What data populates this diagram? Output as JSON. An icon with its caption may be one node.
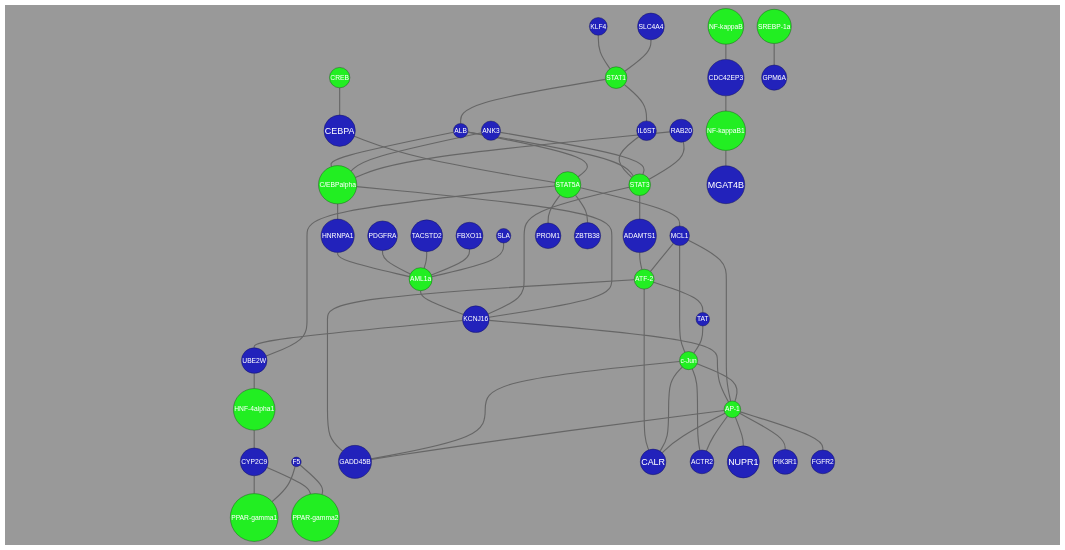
{
  "diagram": {
    "nodes": [
      {
        "text": [
          "RAB20"
        ]
      },
      {
        "text": [
          "ANK3"
        ]
      },
      {
        "text": [
          "PDGFRA"
        ]
      },
      {
        "text": [
          "TACSTD2"
        ]
      },
      {
        "text": [
          "HNRNPA1"
        ]
      },
      {
        "text": [
          "MGAT4B"
        ]
      },
      {
        "text": [
          "SREBP-1a"
        ]
      },
      {
        "text": [
          "KLF4"
        ]
      },
      {
        "text": [
          "CREB"
        ]
      },
      {
        "text": [
          "IL6ST"
        ]
      },
      {
        "text": [
          "C/EBPalpha"
        ]
      },
      {
        "text": [
          "FBXO11"
        ]
      },
      {
        "text": [
          "STAT3"
        ]
      },
      {
        "text": [
          "AML1a"
        ]
      },
      {
        "text": [
          "STAT1"
        ]
      },
      {
        "text": [
          "SLA"
        ]
      },
      {
        "text": [
          "NF-kappaB1"
        ]
      },
      {
        "text": [
          "ALB"
        ]
      },
      {
        "text": [
          "SLC4A4"
        ]
      },
      {
        "text": [
          "CEBPA"
        ]
      },
      {
        "text": [
          "GPM6A"
        ]
      },
      {
        "text": [
          "KCNJ16"
        ]
      },
      {
        "text": [
          "ADAMTS1"
        ]
      },
      {
        "text": [
          "CDC42EP3"
        ]
      },
      {
        "text": [
          "GADD45B"
        ]
      },
      {
        "text": [
          "UBE2W"
        ]
      },
      {
        "text": [
          "STAT5A"
        ]
      },
      {
        "text": [
          "PIK3R1"
        ]
      },
      {
        "text": [
          "PROM1"
        ]
      },
      {
        "text": [
          "ATF-2"
        ]
      },
      {
        "text": [
          "AP-1"
        ]
      },
      {
        "text": [
          "MCL1"
        ]
      },
      {
        "text": [
          "NF-kappaB"
        ]
      },
      {
        "text": [
          "c-Jun"
        ]
      },
      {
        "text": [
          "ZBTB38"
        ]
      },
      {
        "text": [
          "FGFR2"
        ]
      },
      {
        "text": [
          "PPAR-gamma1"
        ]
      },
      {
        "text": [
          "HNF-4alpha1"
        ]
      },
      {
        "text": [
          "TAT"
        ]
      },
      {
        "text": [
          "CYP2C9"
        ]
      },
      {
        "text": [
          "NUPR1"
        ]
      },
      {
        "text": [
          "CALR"
        ]
      },
      {
        "text": [
          "ACTR2"
        ]
      },
      {
        "text": [
          "F5"
        ]
      },
      {
        "text": [
          "PPAR-gamma2"
        ]
      }
    ],
    "edges": [
      {
        "from": 7,
        "to": 14,
        "arrow": "none"
      },
      {
        "from": 8,
        "to": 19,
        "arrow": "none"
      },
      {
        "from": 18,
        "to": 14,
        "arrow": "none"
      },
      {
        "from": 14,
        "to": 9,
        "arrow": "none"
      },
      {
        "from": 9,
        "to": 12,
        "arrow": "none"
      },
      {
        "from": 14,
        "to": 17,
        "arrow": "none"
      },
      {
        "from": 19,
        "to": 26,
        "arrow": "none"
      },
      {
        "from": 17,
        "to": 26,
        "arrow": "none"
      },
      {
        "from": 17,
        "to": 12,
        "arrow": "none"
      },
      {
        "from": 17,
        "to": 10,
        "arrow": "none"
      },
      {
        "from": 1,
        "to": 12,
        "arrow": "none"
      },
      {
        "from": 1,
        "to": 10,
        "arrow": "none"
      },
      {
        "from": 0,
        "to": 12,
        "arrow": "none"
      },
      {
        "from": 0,
        "to": 10,
        "arrow": "none"
      },
      {
        "from": 10,
        "to": 4,
        "arrow": "none"
      },
      {
        "from": 4,
        "to": 13,
        "arrow": "none"
      },
      {
        "from": 2,
        "to": 13,
        "arrow": "none"
      },
      {
        "from": 3,
        "to": 13,
        "arrow": "none"
      },
      {
        "from": 11,
        "to": 13,
        "arrow": "none"
      },
      {
        "from": 15,
        "to": 13,
        "arrow": "none"
      },
      {
        "from": 13,
        "to": 21,
        "arrow": "none"
      },
      {
        "from": 21,
        "to": 25,
        "arrow": "none"
      },
      {
        "from": 12,
        "to": 21,
        "arrow": "none"
      },
      {
        "from": 10,
        "to": 21,
        "arrow": "none"
      },
      {
        "from": 21,
        "to": 30,
        "arrow": "none"
      },
      {
        "from": 12,
        "to": 22,
        "arrow": "none"
      },
      {
        "from": 22,
        "to": 29,
        "arrow": "none"
      },
      {
        "from": 26,
        "to": 25,
        "arrow": "none"
      },
      {
        "from": 26,
        "to": 31,
        "arrow": "none"
      },
      {
        "from": 26,
        "to": 28,
        "arrow": "none"
      },
      {
        "from": 26,
        "to": 34,
        "arrow": "none"
      },
      {
        "from": 25,
        "to": 37,
        "arrow": "none"
      },
      {
        "from": 37,
        "to": 39,
        "arrow": "none"
      },
      {
        "from": 39,
        "to": 36,
        "arrow": "none"
      },
      {
        "from": 39,
        "to": 44,
        "arrow": "none"
      },
      {
        "from": 43,
        "to": 36,
        "arrow": "none"
      },
      {
        "from": 43,
        "to": 44,
        "arrow": "none"
      },
      {
        "from": 31,
        "to": 29,
        "arrow": "none"
      },
      {
        "from": 31,
        "to": 30,
        "arrow": "none"
      },
      {
        "from": 31,
        "to": 33,
        "arrow": "none"
      },
      {
        "from": 29,
        "to": 24,
        "arrow": "none"
      },
      {
        "from": 29,
        "to": 38,
        "arrow": "none"
      },
      {
        "from": 29,
        "to": 41,
        "arrow": "none"
      },
      {
        "from": 38,
        "to": 33,
        "arrow": "none"
      },
      {
        "from": 33,
        "to": 41,
        "arrow": "none"
      },
      {
        "from": 33,
        "to": 42,
        "arrow": "none"
      },
      {
        "from": 33,
        "to": 24,
        "arrow": "none"
      },
      {
        "from": 33,
        "to": 30,
        "arrow": "none"
      },
      {
        "from": 30,
        "to": 24,
        "arrow": "none"
      },
      {
        "from": 30,
        "to": 41,
        "arrow": "none"
      },
      {
        "from": 30,
        "to": 42,
        "arrow": "none"
      },
      {
        "from": 30,
        "to": 40,
        "arrow": "none"
      },
      {
        "from": 30,
        "to": 27,
        "arrow": "none"
      },
      {
        "from": 30,
        "to": 35,
        "arrow": "none"
      },
      {
        "from": 32,
        "to": 23,
        "arrow": "none"
      },
      {
        "from": 23,
        "to": 16,
        "arrow": "none"
      },
      {
        "from": 16,
        "to": 5,
        "arrow": "none"
      },
      {
        "from": 6,
        "to": 20,
        "arrow": "none"
      }
    ]
  }
}
